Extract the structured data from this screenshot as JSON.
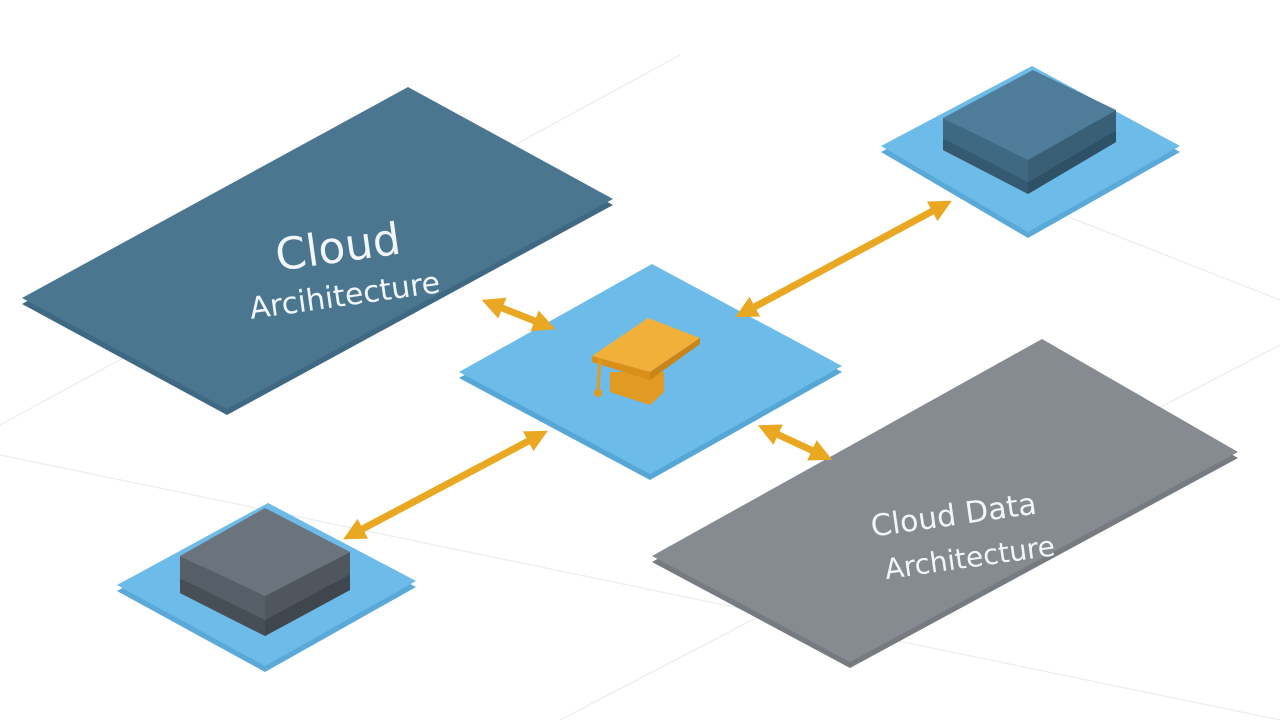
{
  "diagram": {
    "panels": [
      {
        "id": "cloud-architecture",
        "title": "Cloud",
        "subtitle": "Arcihitecture",
        "color": "#4a7690"
      },
      {
        "id": "cloud-data-architecture",
        "title": "Cloud Data",
        "subtitle": "Architecture",
        "color": "#858b91"
      }
    ],
    "hub": {
      "icon": "graduation-cap-icon",
      "color": "#6cbbe8"
    },
    "nodes": [
      {
        "id": "top-right-server",
        "icon": "server-block-icon",
        "base_color": "#6cbbe8",
        "block_color": "#4a7690"
      },
      {
        "id": "bottom-left-server",
        "icon": "server-block-icon",
        "base_color": "#6cbbe8",
        "block_color": "#5e6670"
      }
    ],
    "connectors": [
      {
        "from": "hub",
        "to": "cloud-architecture",
        "type": "double-arrow"
      },
      {
        "from": "hub",
        "to": "top-right-server",
        "type": "double-arrow"
      },
      {
        "from": "hub",
        "to": "bottom-left-server",
        "type": "double-arrow"
      },
      {
        "from": "hub",
        "to": "cloud-data-architecture",
        "type": "double-arrow"
      }
    ],
    "colors": {
      "arrow": "#eaa722",
      "cap": "#f0b03a",
      "text": "#f2f6f8"
    }
  }
}
